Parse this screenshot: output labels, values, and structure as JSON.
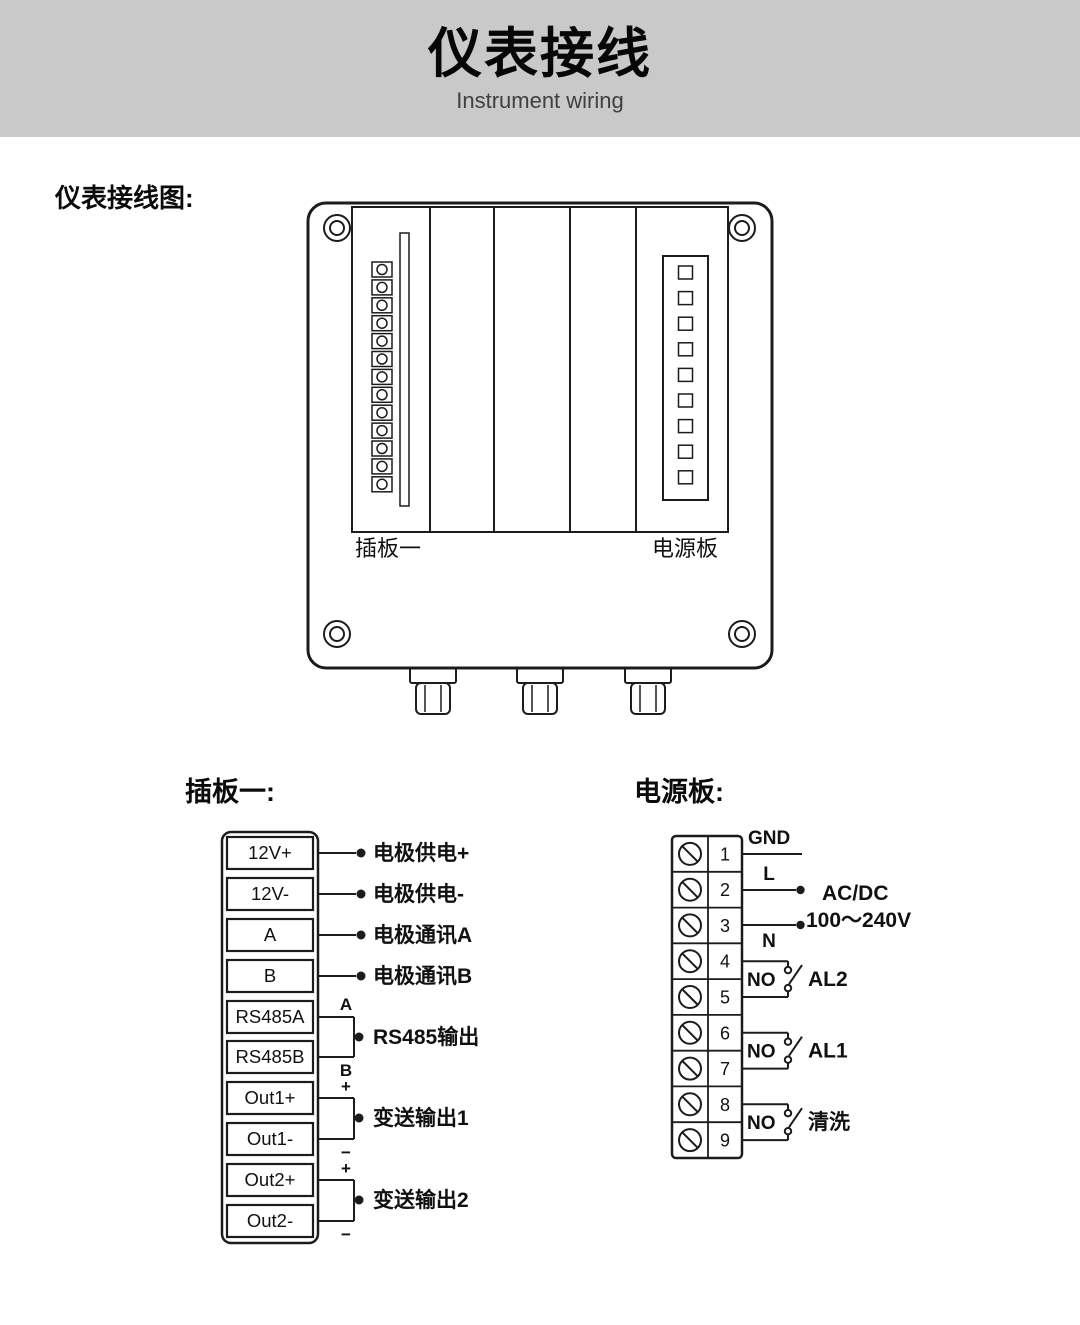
{
  "header": {
    "title": "仪表接线",
    "subtitle": "Instrument wiring"
  },
  "section_label": "仪表接线图:",
  "enclosure": {
    "slot_left": "插板一",
    "slot_right": "电源板"
  },
  "plugboard": {
    "heading": "插板一:",
    "terminals": [
      "12V+",
      "12V-",
      "A",
      "B",
      "RS485A",
      "RS485B",
      "Out1+",
      "Out1-",
      "Out2+",
      "Out2-"
    ],
    "annotations": {
      "singles": [
        "电极供电+",
        "电极供电-",
        "电极通讯A",
        "电极通讯B"
      ],
      "pairs": [
        {
          "top": "A",
          "bottom": "B",
          "label": "RS485输出"
        },
        {
          "top": "+",
          "bottom": "−",
          "label": "变送输出1"
        },
        {
          "top": "+",
          "bottom": "−",
          "label": "变送输出2"
        }
      ]
    }
  },
  "powerboard": {
    "heading": "电源板:",
    "numbers": [
      "1",
      "2",
      "3",
      "4",
      "5",
      "6",
      "7",
      "8",
      "9"
    ],
    "gnd": "GND",
    "live": "L",
    "neutral": "N",
    "supply1": "AC/DC",
    "supply2": "100～240V",
    "relays": [
      {
        "no": "NO",
        "label": "AL2"
      },
      {
        "no": "NO",
        "label": "AL1"
      },
      {
        "no": "NO",
        "label": "清洗"
      }
    ]
  }
}
